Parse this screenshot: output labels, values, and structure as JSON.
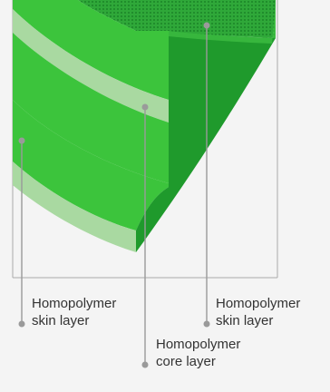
{
  "colors": {
    "background": "#f4f4f4",
    "green_main": "#3cc43c",
    "green_dark": "#1f9a2c",
    "green_pale": "#a9d9a1",
    "frame_line": "#aaaaaa",
    "leader_line": "#9a9a9a",
    "text": "#333333"
  },
  "labels": {
    "skin_left": {
      "line1": "Homopolymer",
      "line2": "skin layer"
    },
    "skin_right": {
      "line1": "Homopolymer",
      "line2": "skin layer"
    },
    "core": {
      "line1": "Homopolymer",
      "line2": "core layer"
    }
  }
}
